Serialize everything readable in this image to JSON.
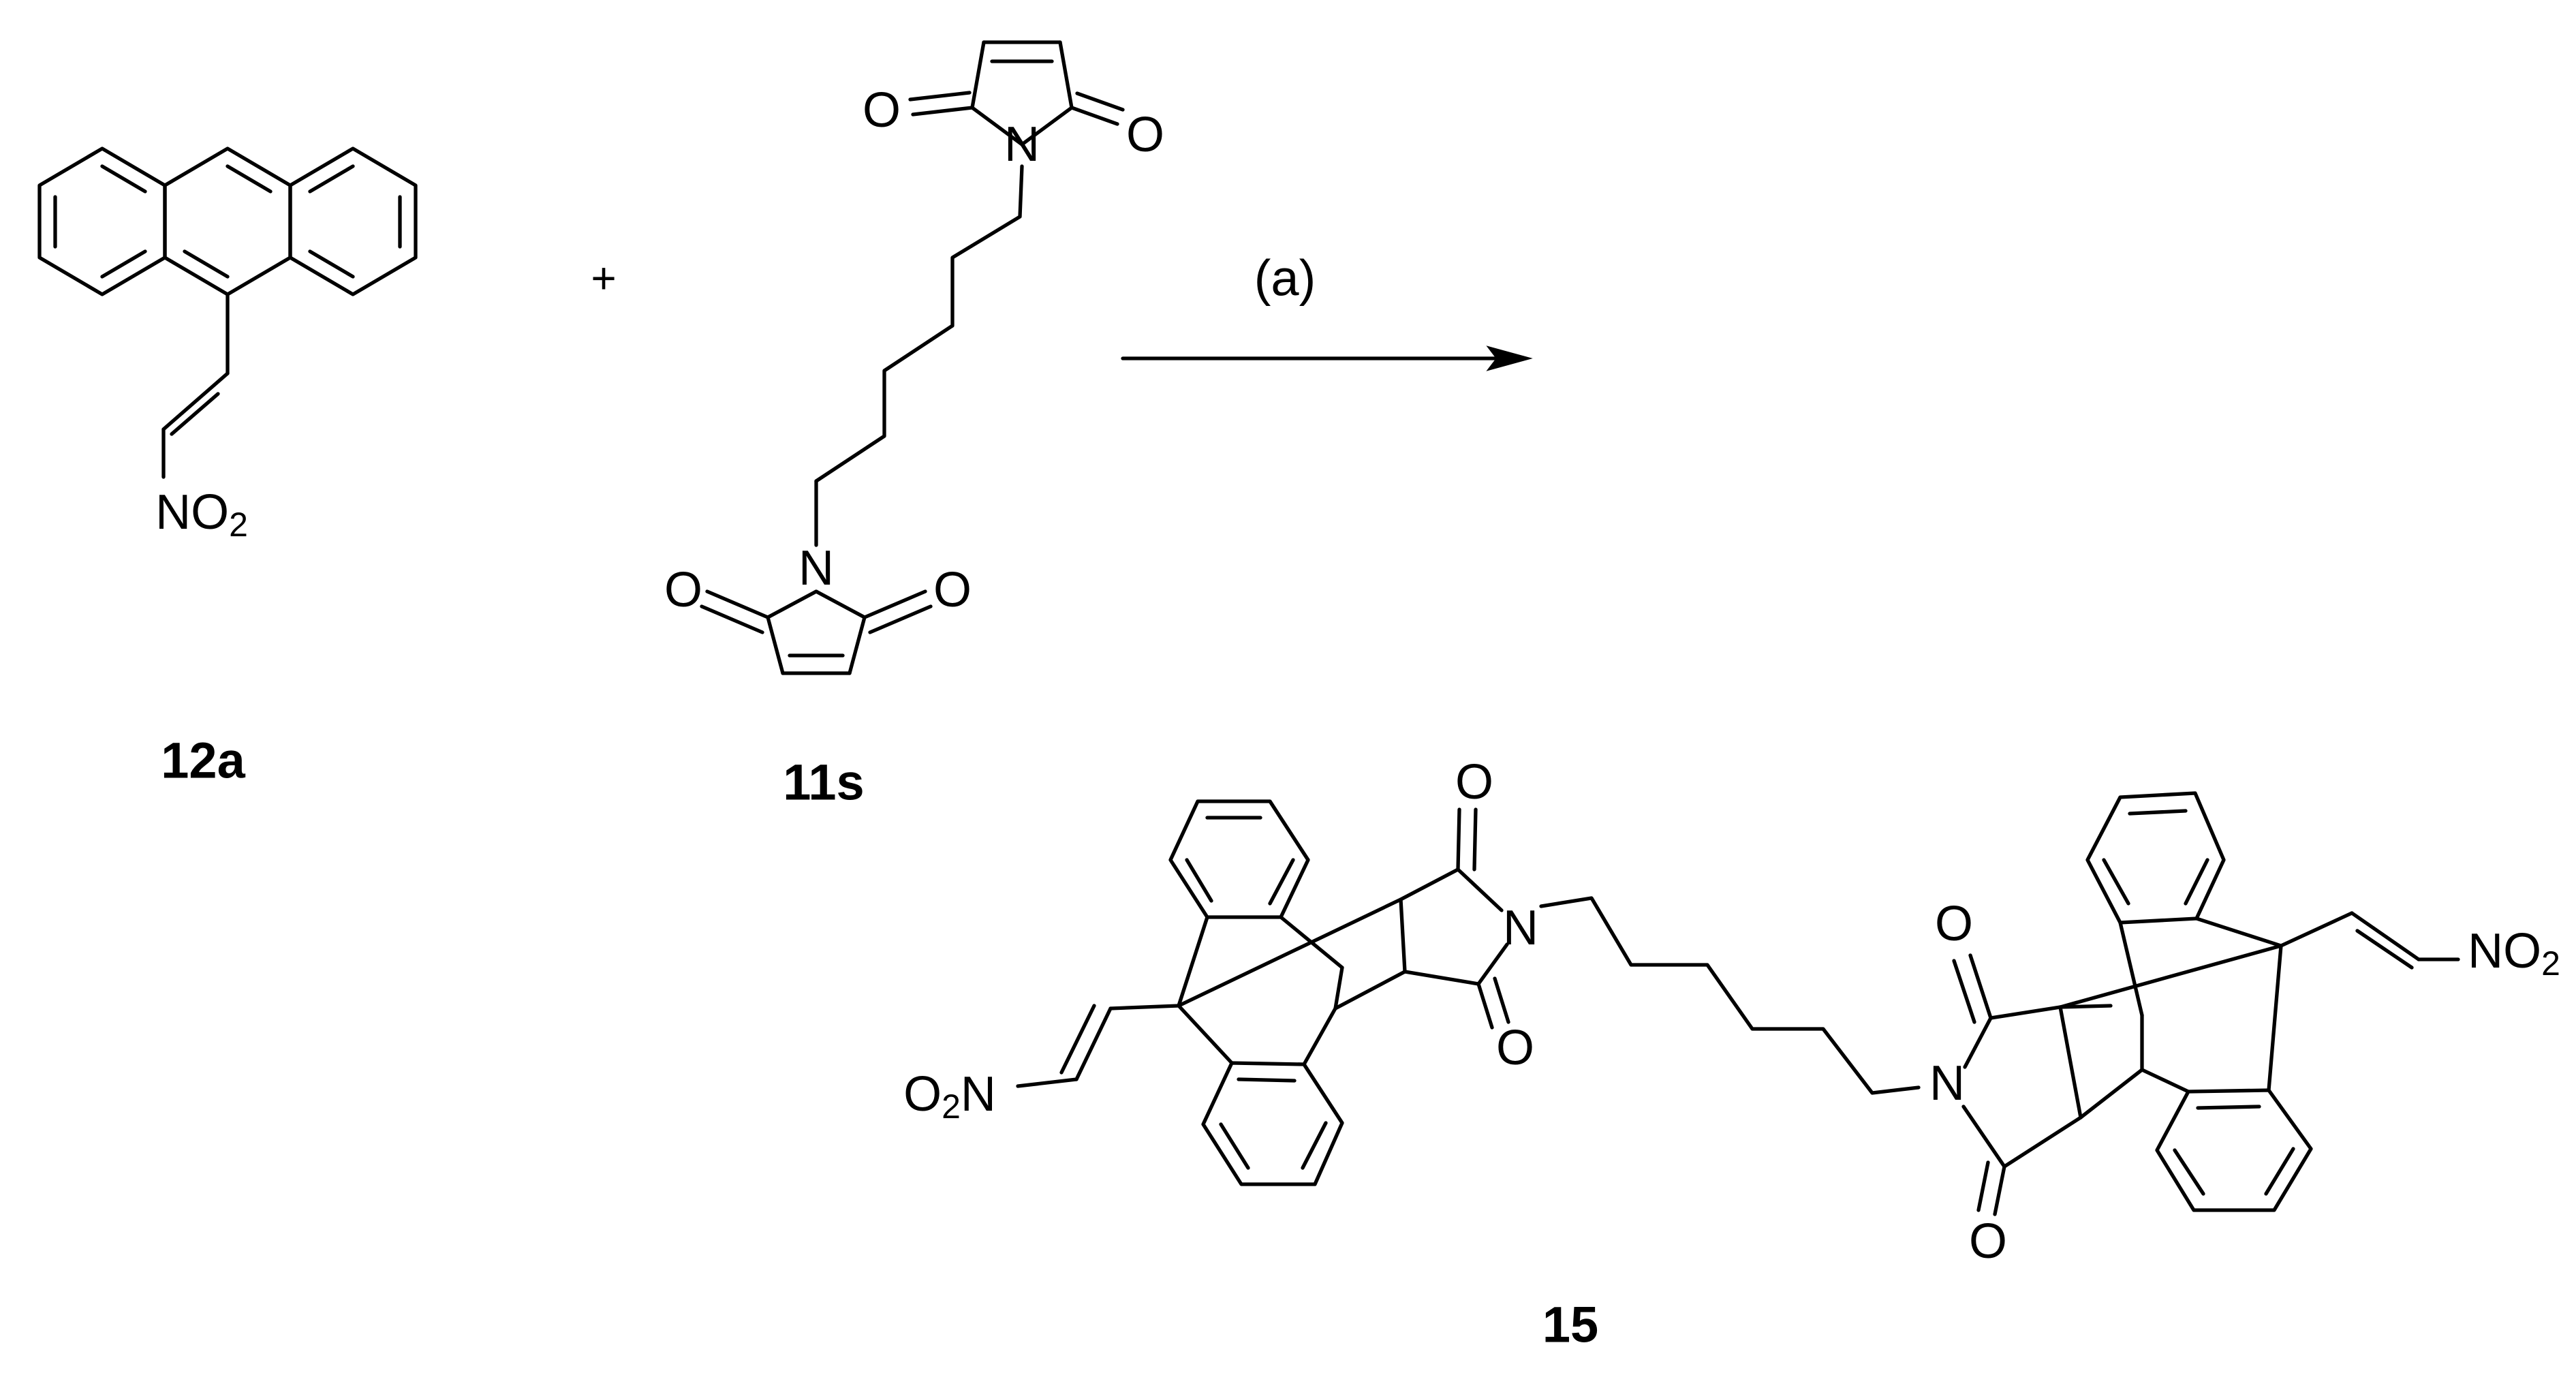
{
  "reagent_1": {
    "label": "12a",
    "atoms": {
      "nitro_n": "NO",
      "nitro_sub": "2"
    }
  },
  "plus_sign": "+",
  "reagent_2": {
    "label": "11s",
    "atoms": {
      "o": "O",
      "n": "N"
    }
  },
  "arrow": {
    "condition": "(a)"
  },
  "product": {
    "label": "15",
    "atoms": {
      "o": "O",
      "n": "N",
      "left_nitro_o": "O",
      "left_nitro_sub": "2",
      "left_nitro_n": "N",
      "right_nitro_n": "NO",
      "right_nitro_sub": "2"
    }
  }
}
